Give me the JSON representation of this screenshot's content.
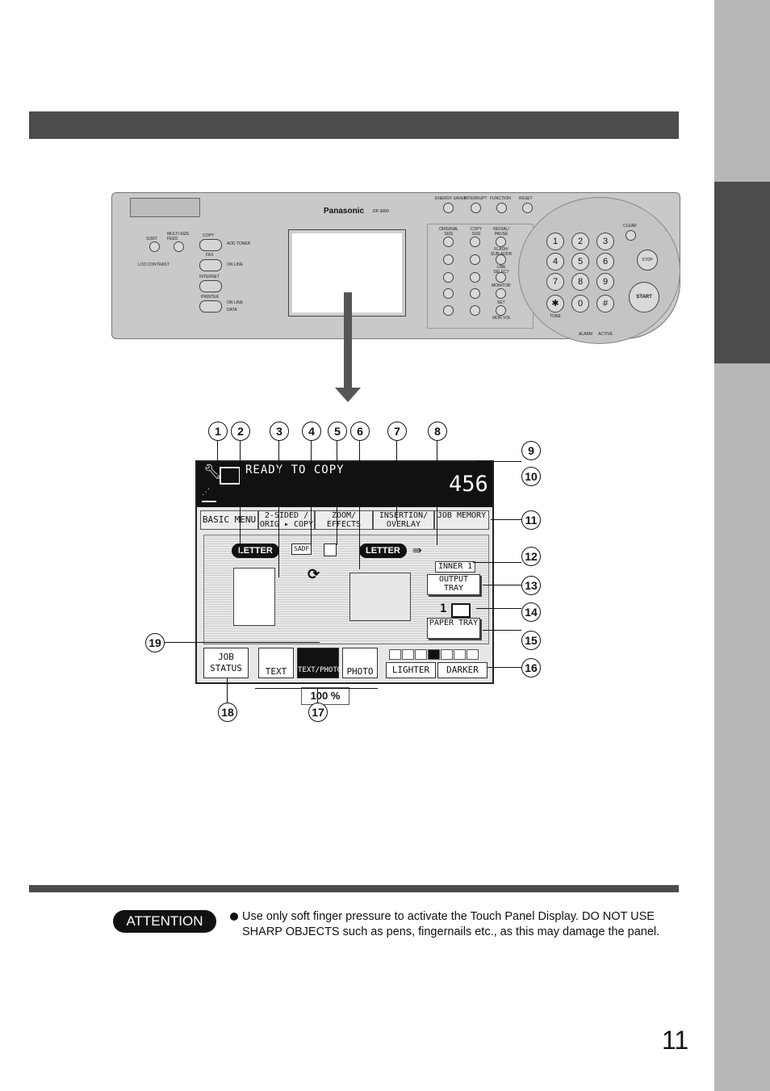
{
  "page": {
    "number": "11"
  },
  "control_panel": {
    "brand": "Panasonic",
    "model": "DP-3000",
    "top_keys": [
      "ENERGY SAVER",
      "INTERRUPT",
      "FUNCTION",
      "RESET"
    ],
    "left_labels": [
      "SORT",
      "MULTI-SIZE FEED",
      "LCD CONTRAST"
    ],
    "mode_buttons": [
      "COPY",
      "FAX",
      "INTERNET",
      "PRINTER"
    ],
    "mode_leds": [
      "ADD TONER",
      "ON LINE",
      "ON LINE",
      "DATA"
    ],
    "mid_labels": [
      "ORIGINAL SIZE",
      "COPY SIZE",
      "REDIAL/ PAUSE",
      "FLASH/ SUB-ADDR",
      "LINE SELECT",
      "MONITOR",
      "SET",
      "MON VOL"
    ],
    "keypad": [
      "1",
      "2",
      "3",
      "4",
      "5",
      "6",
      "7",
      "8",
      "9",
      "✱",
      "0",
      "#"
    ],
    "keypad_extra": [
      "CLEAR",
      "STOP",
      "START",
      "TONE",
      "ALARM",
      "ACTIVE"
    ]
  },
  "display": {
    "status": "READY TO COPY",
    "counter": "456",
    "tabs": [
      {
        "label": "BASIC MENU"
      },
      {
        "label": "2-SIDED / ORIG ▸ COPY"
      },
      {
        "label": "ZOOM/ EFFECTS"
      },
      {
        "label": "INSERTION/ OVERLAY"
      },
      {
        "label": "JOB MEMORY"
      }
    ],
    "orig_size": "LETTER",
    "sadf": "SADF",
    "copy_size": "LETTER",
    "inner": "INNER 1",
    "output_tray": "OUTPUT TRAY",
    "tray_num": "1",
    "paper_tray": "PAPER TRAY",
    "zoom": "100 %",
    "job_status": "JOB STATUS",
    "modes": [
      "TEXT",
      "TEXT/PHOTO",
      "PHOTO"
    ],
    "lighter": "LIGHTER",
    "darker": "DARKER",
    "density_level": 4,
    "density_steps": 7
  },
  "callouts": [
    "1",
    "2",
    "3",
    "4",
    "5",
    "6",
    "7",
    "8",
    "9",
    "10",
    "11",
    "12",
    "13",
    "14",
    "15",
    "16",
    "17",
    "18",
    "19"
  ],
  "attention": {
    "label": "ATTENTION",
    "text": "Use only soft finger pressure to activate the Touch Panel Display. DO NOT USE SHARP OBJECTS such as pens, fingernails etc., as this may damage the panel."
  }
}
